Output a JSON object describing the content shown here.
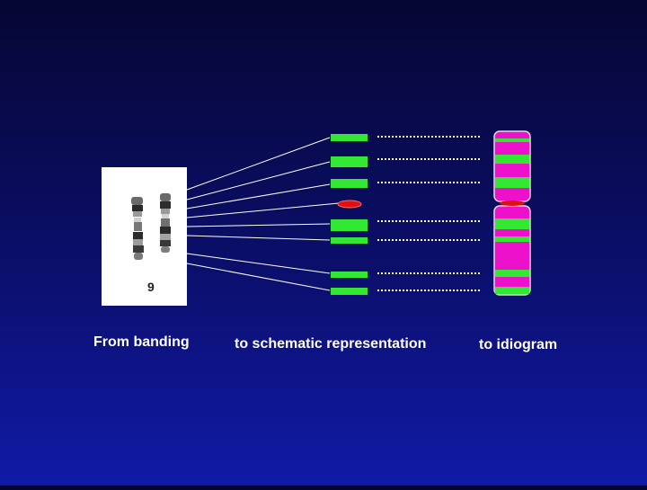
{
  "karyotype_label": "9",
  "captions": {
    "banding": "From banding",
    "schematic": "to schematic representation",
    "idiogram": "to idiogram"
  },
  "colors": {
    "background_top": "#060633",
    "background_bottom": "#111aa8",
    "band_green": "#33e833",
    "idiogram_magenta": "#ee11cc",
    "centromere_red": "#dd1111",
    "connector_white": "#ffffff",
    "dotted_white": "#ffffff"
  }
}
